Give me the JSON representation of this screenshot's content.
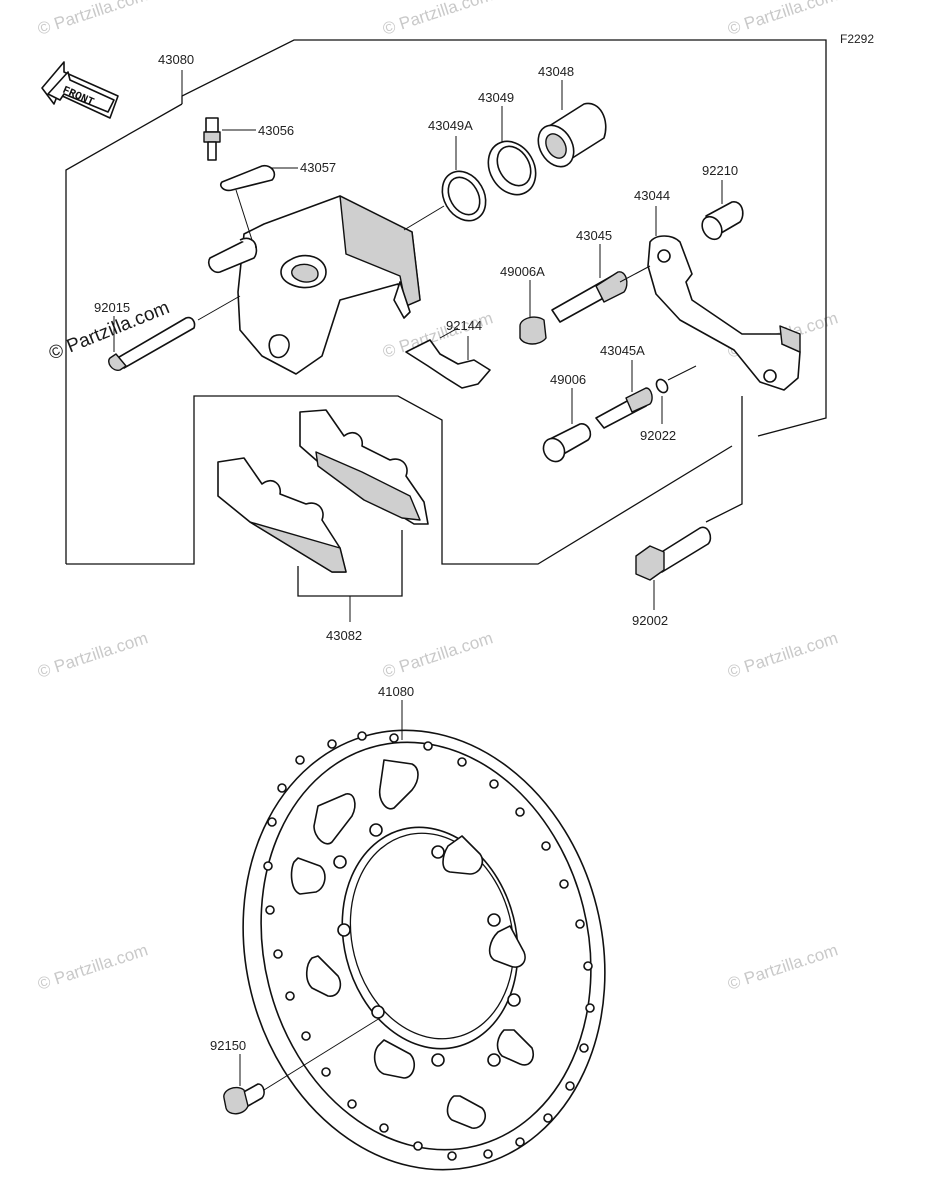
{
  "diagram": {
    "ref_code": "F2292",
    "front_label": "FRONT",
    "parts": {
      "p43080": "43080",
      "p43056": "43056",
      "p43057": "43057",
      "p43049A": "43049A",
      "p43049": "43049",
      "p43048": "43048",
      "p92210": "92210",
      "p43044": "43044",
      "p43045": "43045",
      "p49006A": "49006A",
      "p92144": "92144",
      "p92015": "92015",
      "p43045A": "43045A",
      "p49006": "49006",
      "p92022": "92022",
      "p92002": "92002",
      "p43082": "43082",
      "p41080": "41080",
      "p92150": "92150"
    },
    "watermarks": {
      "light": "© Partzilla.com",
      "dark": "© Partzilla.com"
    }
  }
}
